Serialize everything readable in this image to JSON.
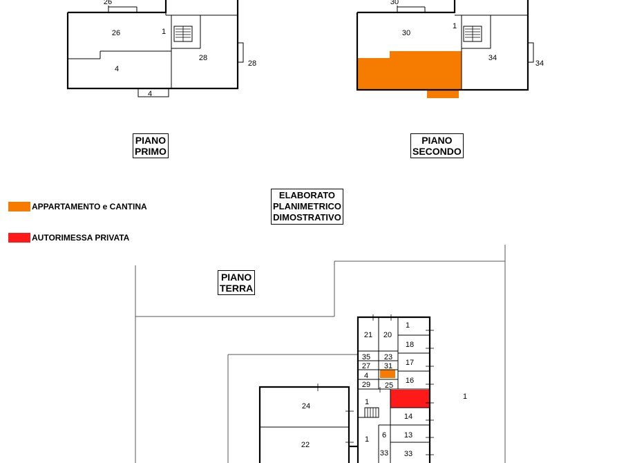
{
  "colors": {
    "apartment": "#f57c00",
    "garage": "#ff1a1a",
    "wall": "#000000",
    "line": "#444444"
  },
  "legend": {
    "apartment": "APPARTAMENTO e CANTINA",
    "garage": "AUTORIMESSA PRIVATA"
  },
  "title": {
    "line1": "ELABORATO",
    "line2": "PLANIMETRICO",
    "line3": "DIMOSTRATIVO"
  },
  "floors": {
    "primo": {
      "line1": "PIANO",
      "line2": "PRIMO"
    },
    "secondo": {
      "line1": "PIANO",
      "line2": "SECONDO"
    },
    "terra": {
      "line1": "PIANO",
      "line2": "TERRA"
    }
  },
  "rooms_primo": {
    "r26a": "26",
    "r26": "26",
    "r1": "1",
    "r4": "4",
    "r28": "28",
    "r28b": "28",
    "r4b": "4"
  },
  "rooms_secondo": {
    "r30a": "30",
    "r30": "30",
    "r1": "1",
    "r34": "34",
    "r34b": "34"
  },
  "rooms_terra": {
    "r1a": "1",
    "r21": "21",
    "r20": "20",
    "r18": "18",
    "r35": "35",
    "r23": "23",
    "r17": "17",
    "r27": "27",
    "r31": "31",
    "r4": "4",
    "r16": "16",
    "r29": "29",
    "r25": "25",
    "r1b": "1",
    "r24": "24",
    "r14": "14",
    "r1c": "1",
    "r22": "22",
    "r6": "6",
    "r13": "13",
    "r33a": "33",
    "r33b": "33",
    "r1d": "1"
  }
}
